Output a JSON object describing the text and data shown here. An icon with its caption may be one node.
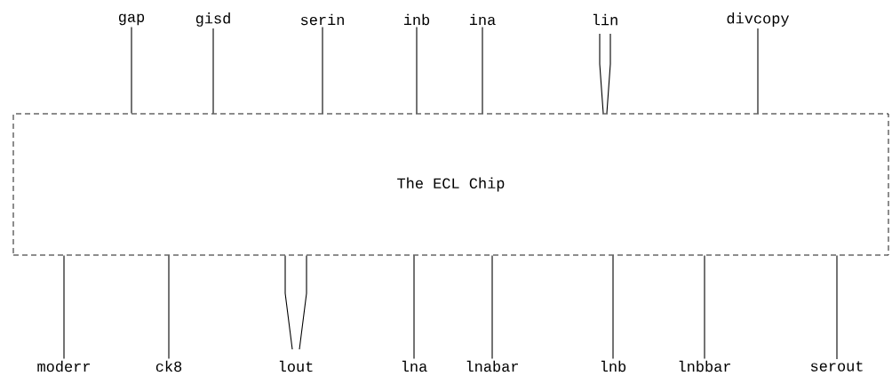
{
  "diagram": {
    "nodes": [
      {
        "text": [
          "The ECL Chip"
        ]
      },
      {
        "text": [
          "gap"
        ]
      },
      {
        "text": [
          "gisd"
        ]
      },
      {
        "text": [
          "serin"
        ]
      },
      {
        "text": [
          "inb"
        ]
      },
      {
        "text": [
          "ina"
        ]
      },
      {
        "text": [
          "lin"
        ]
      },
      {
        "text": [
          "divcopy"
        ]
      },
      {
        "text": [
          "moderr"
        ]
      },
      {
        "text": [
          "ck8"
        ]
      },
      {
        "text": [
          "lout"
        ]
      },
      {
        "text": [
          "lna"
        ]
      },
      {
        "text": [
          "lnabar"
        ]
      },
      {
        "text": [
          "lnb"
        ]
      },
      {
        "text": [
          "lnbbar"
        ]
      },
      {
        "text": [
          "serout"
        ]
      }
    ],
    "edges": [
      {
        "from": 1,
        "to": 0,
        "arrow": "none"
      },
      {
        "from": 2,
        "to": 0,
        "arrow": "none"
      },
      {
        "from": 3,
        "to": 0,
        "arrow": "none"
      },
      {
        "from": 4,
        "to": 0,
        "arrow": "none"
      },
      {
        "from": 5,
        "to": 0,
        "arrow": "none"
      },
      {
        "from": 6,
        "to": 0,
        "arrow": "none"
      },
      {
        "from": 6,
        "to": 0,
        "arrow": "none"
      },
      {
        "from": 7,
        "to": 0,
        "arrow": "none"
      },
      {
        "from": 8,
        "to": 0,
        "arrow": "none"
      },
      {
        "from": 9,
        "to": 0,
        "arrow": "none"
      },
      {
        "from": 10,
        "to": 0,
        "arrow": "none"
      },
      {
        "from": 10,
        "to": 0,
        "arrow": "none"
      },
      {
        "from": 11,
        "to": 0,
        "arrow": "none"
      },
      {
        "from": 12,
        "to": 0,
        "arrow": "none"
      },
      {
        "from": 13,
        "to": 0,
        "arrow": "none"
      },
      {
        "from": 14,
        "to": 0,
        "arrow": "none"
      },
      {
        "from": 15,
        "to": 0,
        "arrow": "none"
      }
    ]
  }
}
